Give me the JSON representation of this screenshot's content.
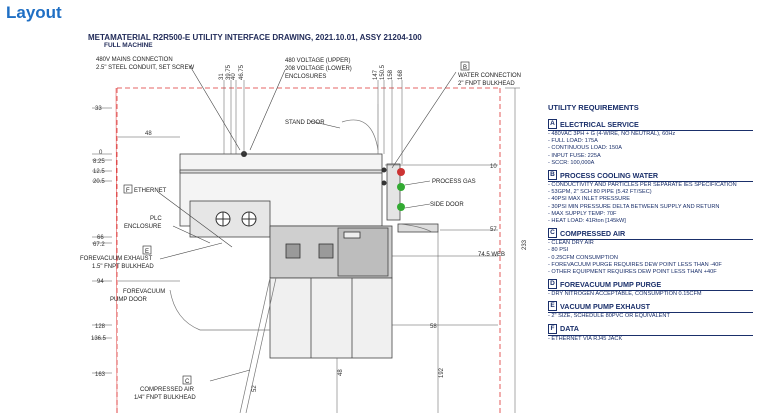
{
  "page_title": "Layout",
  "drawing": {
    "header": "METAMATERIAL R2R500-E UTILITY INTERFACE DRAWING, 2021.10.01, ASSY 21204-100",
    "subheader": "FULL MACHINE",
    "callouts": {
      "mains": [
        "480V MAINS CONNECTION",
        "2.5\" STEEL CONDUIT, SET SCREW"
      ],
      "voltage": [
        "480 VOLTAGE (UPPER)",
        "208 VOLTAGE (LOWER)",
        "ENCLOSURES"
      ],
      "water_letter": "B",
      "water": [
        "WATER CONNECTION",
        "2\" FNPT BULKHEAD"
      ],
      "stand_door": "STAND DOOR",
      "process_gas": "PROCESS GAS",
      "side_door": "SIDE DOOR",
      "ethernet_letter": "F",
      "ethernet": "ETHERNET",
      "plc": [
        "PLC",
        "ENCLOSURE"
      ],
      "forevac_letter": "E",
      "forevac": [
        "FOREVACUUM EXHAUST",
        "1.5\" FNPT BULKHEAD"
      ],
      "pump_door": [
        "FOREVACUUM",
        "PUMP DOOR"
      ],
      "air_letter": "C",
      "air": [
        "COMPRESSED AIR",
        "1/4\" FNPT BULKHEAD"
      ],
      "web": "74.5 WEB"
    },
    "dims_left": [
      "33",
      "48",
      "0",
      "8.25",
      "12.5",
      "20.5",
      "66",
      "67.2",
      "94",
      "128",
      "136.5",
      "163"
    ],
    "dims_top": [
      "31",
      "39.75",
      "40",
      "46.75",
      "147",
      "150.5",
      "158",
      "168"
    ],
    "dims_right": [
      "10",
      "57",
      "233"
    ],
    "dims_bottom": [
      "58",
      "192",
      "48",
      "52"
    ]
  },
  "requirements": {
    "title": "UTILITY REQUIREMENTS",
    "sections": [
      {
        "letter": "A",
        "title": "ELECTRICAL SERVICE",
        "lines": [
          "- 480VAC 3PH + G (4-WIRE, NO NEUTRAL), 60Hz",
          "- FULL LOAD: 175A",
          "- CONTINUOUS LOAD: 150A",
          "- INPUT FUSE: 225A",
          "- SCCR: 100,000A"
        ]
      },
      {
        "letter": "B",
        "title": "PROCESS COOLING WATER",
        "lines": [
          "- CONDUCTIVITY AND PARTICLES PER SEPARATE IES SPECIFICATION",
          "- 53GPM, 2\" SCH 80 PIPE (5.42 FT/SEC)",
          "- 40PSI MAX INLET PRESSURE",
          "- 30PSI MIN PRESSURE DELTA BETWEEN SUPPLY AND RETURN",
          "- MAX SUPPLY TEMP: 70F",
          "- HEAT LOAD: 41Rton [145kW]"
        ]
      },
      {
        "letter": "C",
        "title": "COMPRESSED AIR",
        "lines": [
          "- CLEAN DRY AIR",
          "- 80 PSI",
          "- 0.25CFM CONSUMPTION",
          "- FOREVACUUM PURGE REQUIRES DEW POINT LESS THAN -40F",
          "- OTHER EQUIPMENT REQUIRES DEW POINT LESS THAN +40F"
        ]
      },
      {
        "letter": "D",
        "title": "FOREVACUUM PUMP PURGE",
        "lines": [
          "- DRY NITROGEN ACCEPTABLE, CONSUMPTION 0.15CFM"
        ]
      },
      {
        "letter": "E",
        "title": "VACUUM PUMP EXHAUST",
        "lines": [
          "- 2\" SIZE, SCHEDULE 80PVC OR EQUIVALENT"
        ]
      },
      {
        "letter": "F",
        "title": "DATA",
        "lines": [
          "- ETHERNET VIA RJ45 JACK"
        ]
      }
    ]
  }
}
